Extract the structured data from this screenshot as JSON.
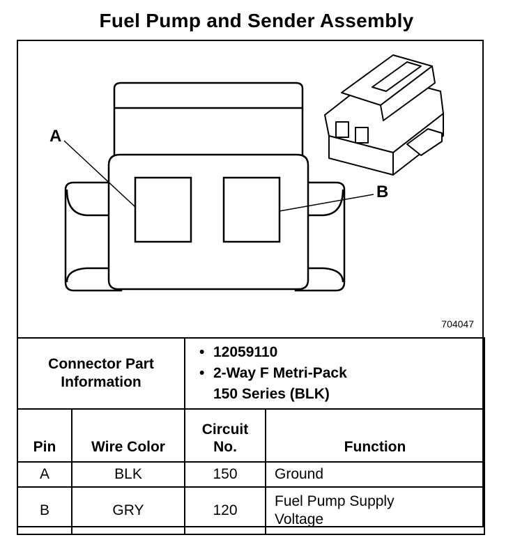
{
  "title": "Fuel Pump and Sender Assembly",
  "figure_number": "704047",
  "callouts": {
    "a": "A",
    "b": "B"
  },
  "connector_info": {
    "label": "Connector Part Information",
    "part_number": "12059110",
    "description_line1": "2-Way F Metri-Pack",
    "description_line2": "150 Series (BLK)"
  },
  "pin_table": {
    "headers": {
      "pin": "Pin",
      "wire_color": "Wire Color",
      "circuit_line1": "Circuit",
      "circuit_line2": "No.",
      "function": "Function"
    },
    "rows": [
      {
        "pin": "A",
        "wire_color": "BLK",
        "circuit": "150",
        "function": "Ground"
      },
      {
        "pin": "B",
        "wire_color": "GRY",
        "circuit": "120",
        "function_line1": "Fuel Pump Supply",
        "function_line2": "Voltage"
      }
    ]
  }
}
